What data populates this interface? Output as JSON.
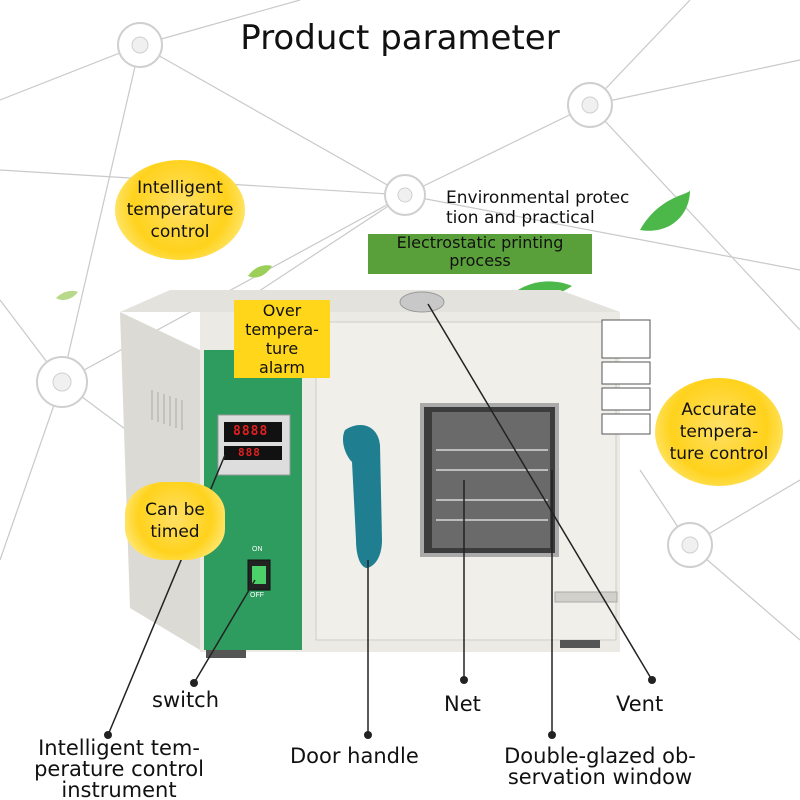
{
  "title": "Product parameter",
  "features": {
    "intelligent_temp_control": "Intelligent temperature control",
    "environmental": "Environmental protection and practical",
    "electrostatic": "Electrostatic printing process",
    "over_temp_alarm": "Over temperature alarm",
    "accurate_temp": "Accurate temperature control",
    "can_be_timed": "Can be timed"
  },
  "feature_lines": {
    "intelligent_temp_control": [
      "Intelligent",
      "temperature",
      "control"
    ],
    "environmental": [
      "Environmental protec",
      "tion and practical"
    ],
    "electrostatic": [
      "Electrostatic printing",
      "process"
    ],
    "over_temp_alarm": [
      "Over",
      "tempera-",
      "ture",
      "alarm"
    ],
    "accurate_temp": [
      "Accurate",
      "tempera-",
      "ture control"
    ],
    "can_be_timed": [
      "Can be",
      "timed"
    ]
  },
  "parts": {
    "switch": "switch",
    "net": "Net",
    "vent": "Vent",
    "door_handle": "Door handle",
    "instrument_lines": [
      "Intelligent tem-",
      "perature control",
      "instrument"
    ],
    "window_lines": [
      "Double-glazed ob-",
      "servation window"
    ]
  },
  "device": {
    "display_top": "8888",
    "display_bottom": "888",
    "switch_on": "ON",
    "switch_off": "OFF"
  },
  "colors": {
    "yellow": "#ffd21c",
    "green_banner": "#5aa03a",
    "panel_green": "#2e9c5e",
    "handle_teal": "#1f7f90",
    "body": "#eceae4"
  }
}
